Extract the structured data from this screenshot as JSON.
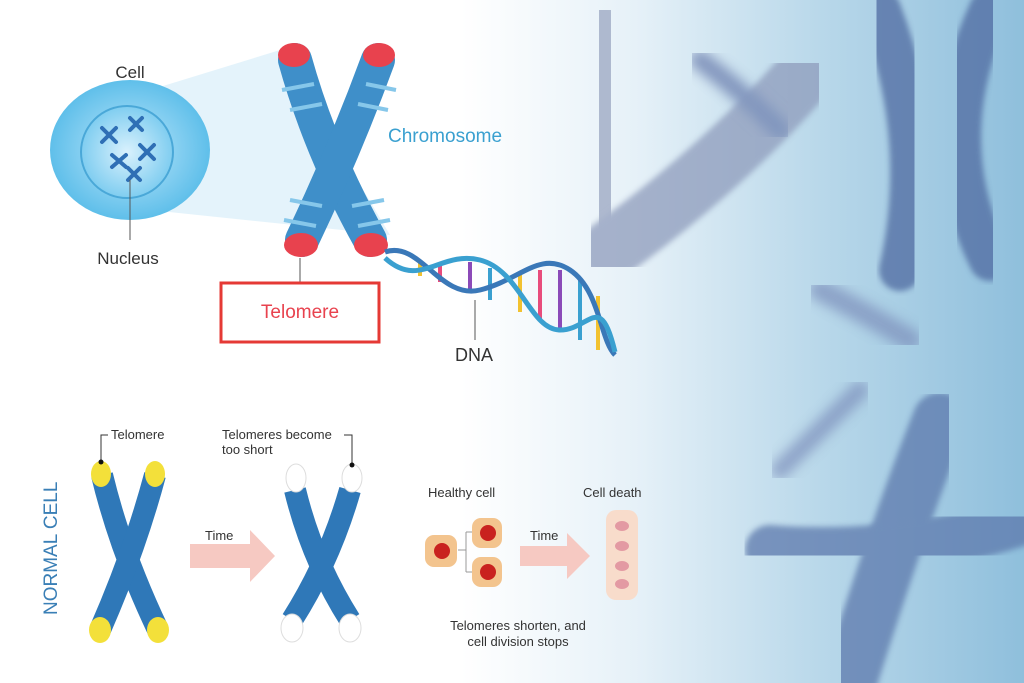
{
  "top": {
    "cell_label": "Cell",
    "nucleus_label": "Nucleus",
    "chromosome_label": "Chromosome",
    "telomere_label": "Telomere",
    "dna_label": "DNA"
  },
  "bottom": {
    "side_label": "NORMAL CELL",
    "telomere_label": "Telomere",
    "short_label_line1": "Telomeres become",
    "short_label_line2": "too short",
    "time_label_1": "Time",
    "time_label_2": "Time",
    "healthy_cell_label": "Healthy cell",
    "cell_death_label": "Cell death",
    "caption_line1": "Telomeres shorten, and",
    "caption_line2": "cell division stops"
  },
  "colors": {
    "chromosome_blue": "#3f8fc9",
    "telomere_red": "#e8424e",
    "telomere_yellow": "#f3e03a",
    "label_blue": "#3aa0d0",
    "highlight_box": "#e53935",
    "arrow_pink": "#f6c9c2"
  }
}
